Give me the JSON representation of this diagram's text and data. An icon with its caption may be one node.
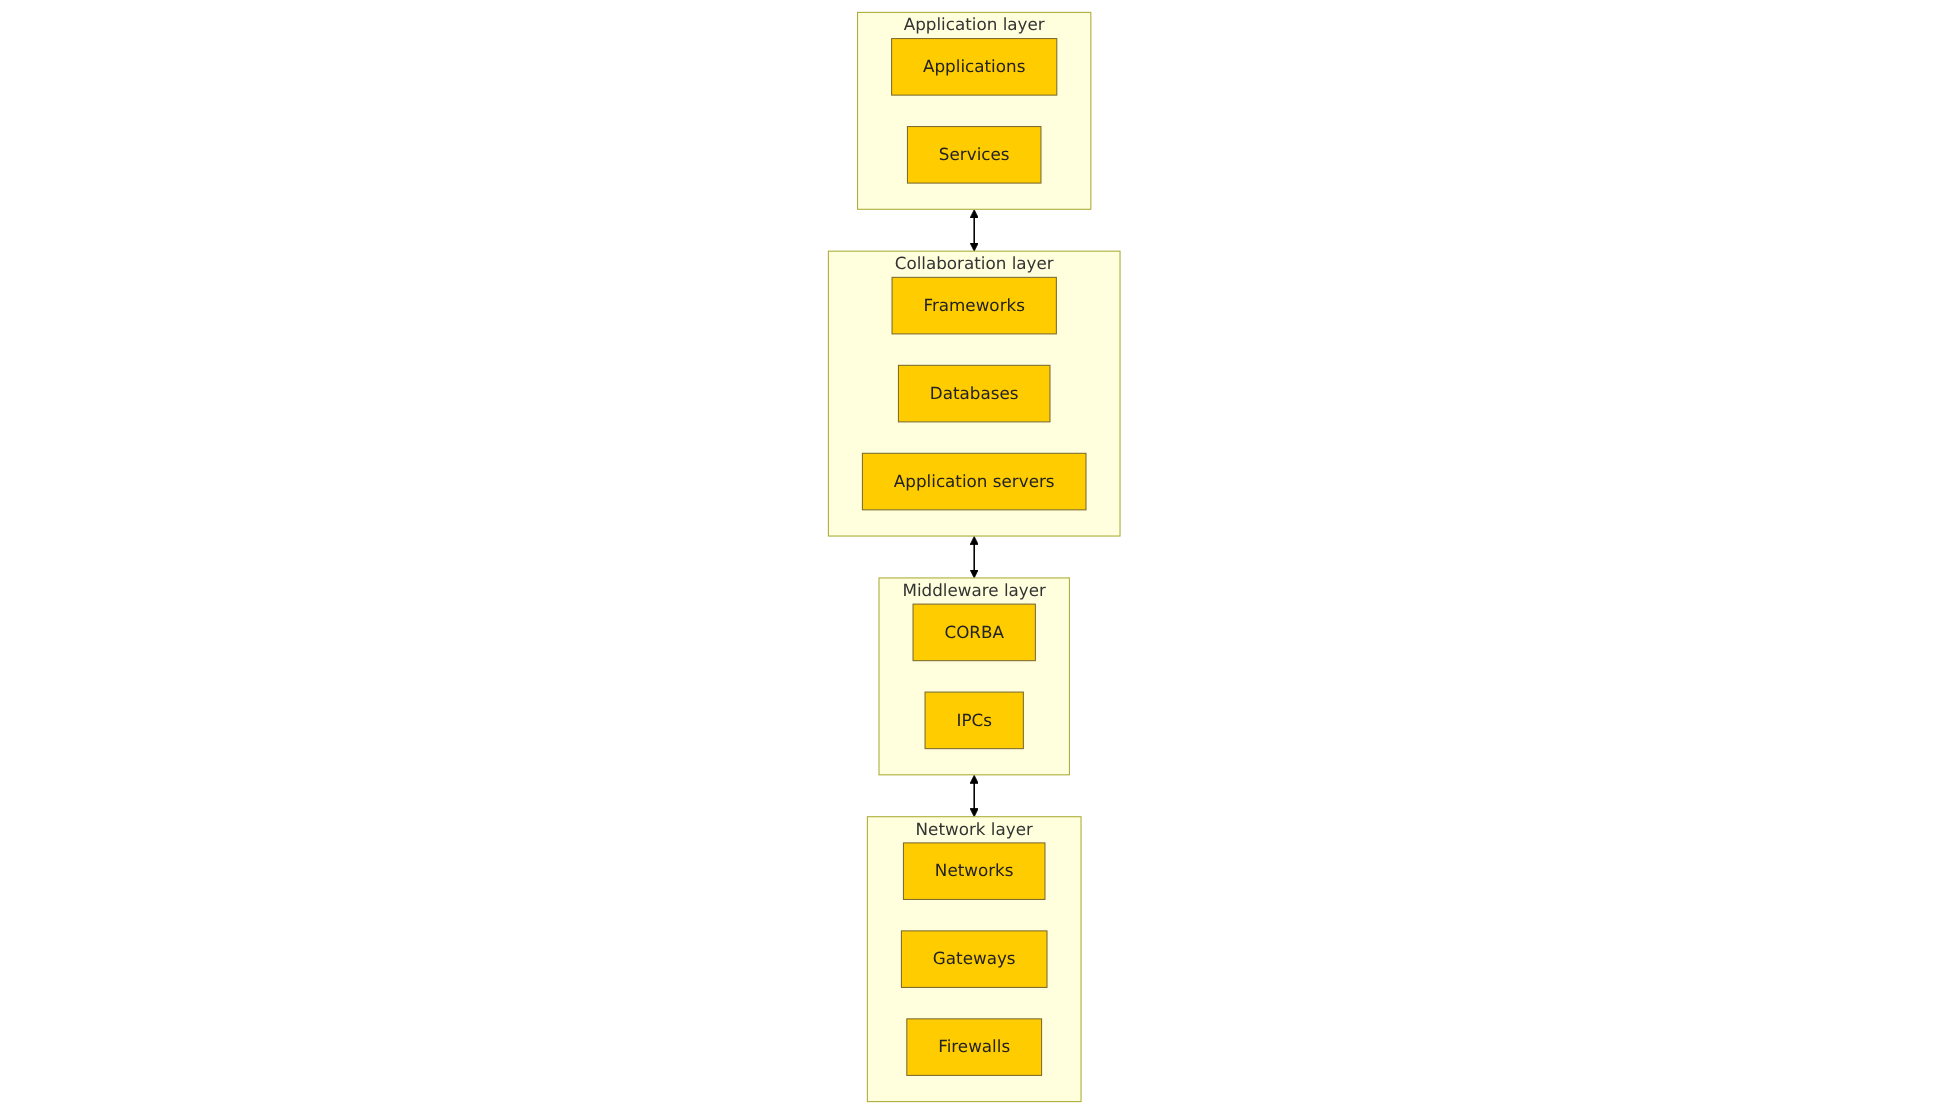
{
  "diagram": {
    "nodes": [
      {
        "text": [
          "Application layer"
        ]
      },
      {
        "text": [
          "Applications"
        ],
        "in": 0
      },
      {
        "text": [
          "Services"
        ],
        "in": 0
      },
      {
        "text": [
          "Collaboration layer"
        ]
      },
      {
        "text": [
          "Frameworks"
        ],
        "in": 3
      },
      {
        "text": [
          "Databases"
        ],
        "in": 3
      },
      {
        "text": [
          "Application servers"
        ],
        "in": 3
      },
      {
        "text": [
          "Middleware layer"
        ]
      },
      {
        "text": [
          "CORBA"
        ],
        "in": 7
      },
      {
        "text": [
          "IPCs"
        ],
        "in": 7
      },
      {
        "text": [
          "Network layer"
        ]
      },
      {
        "text": [
          "Networks"
        ],
        "in": 10
      },
      {
        "text": [
          "Gateways"
        ],
        "in": 10
      },
      {
        "text": [
          "Firewalls"
        ],
        "in": 10
      }
    ],
    "edges": [
      {
        "from": 0,
        "to": 3,
        "arrow": "both"
      },
      {
        "from": 3,
        "to": 7,
        "arrow": "both"
      },
      {
        "from": 7,
        "to": 10,
        "arrow": "both"
      }
    ]
  }
}
